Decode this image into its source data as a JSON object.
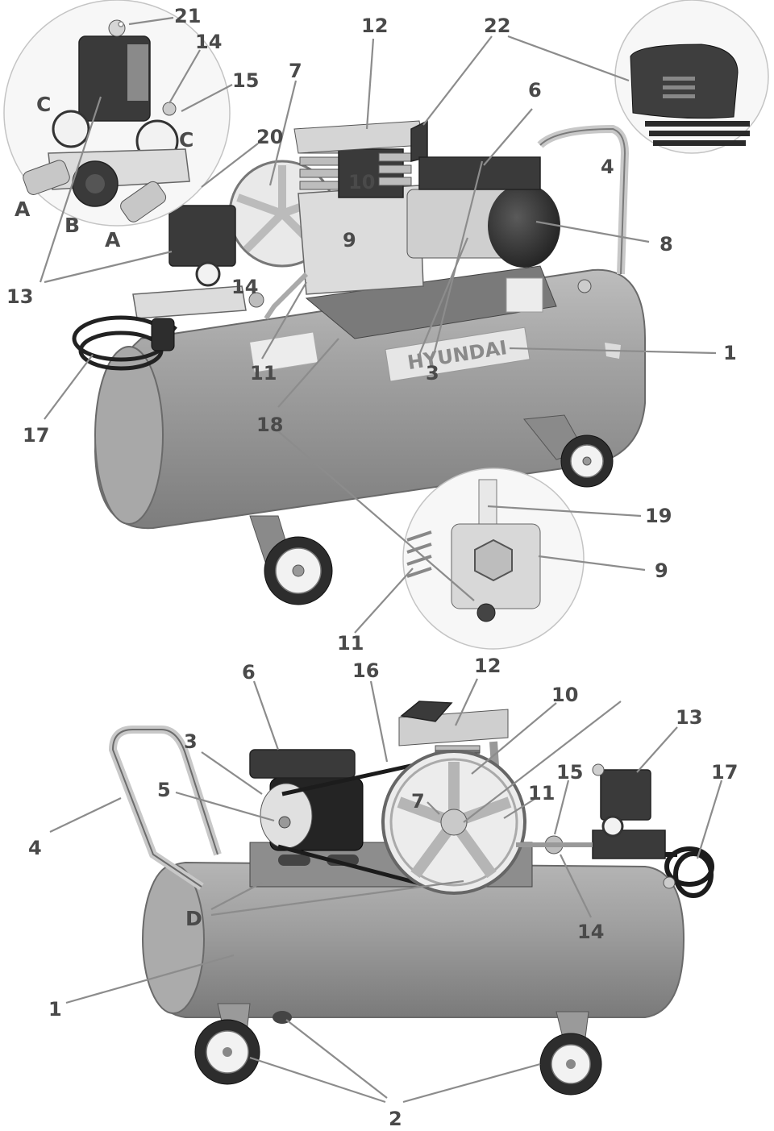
{
  "figure": {
    "labels_top": {
      "n21": "21",
      "n14_inset": "14",
      "n15_inset": "15",
      "n20": "20",
      "n12": "12",
      "n22": "22",
      "n7": "7",
      "n6": "6",
      "n4": "4",
      "n10": "10",
      "n9": "9",
      "n8": "8",
      "n13": "13",
      "n14": "14",
      "n1": "1",
      "n11": "11",
      "n3": "3",
      "n17": "17",
      "n18": "18",
      "n19": "19",
      "n9_inset": "9",
      "n11_inset": "11"
    },
    "letters_top": {
      "C_left": "C",
      "C_right": "C",
      "A_left": "A",
      "B": "B",
      "A_right": "A"
    },
    "labels_bottom": {
      "n6": "6",
      "n16": "16",
      "n12": "12",
      "n10": "10",
      "n13": "13",
      "n3": "3",
      "n5": "5",
      "n15": "15",
      "n17": "17",
      "n7": "7",
      "n11": "11",
      "n4": "4",
      "n14": "14",
      "n1": "1",
      "n2": "2"
    },
    "letters_bottom": {
      "D": "D"
    },
    "brand_text": "HYUNDAI",
    "colors": {
      "tank": "#9a9a9a",
      "label_text": "#4a4a4a",
      "leader": "#8c8c8c"
    }
  }
}
